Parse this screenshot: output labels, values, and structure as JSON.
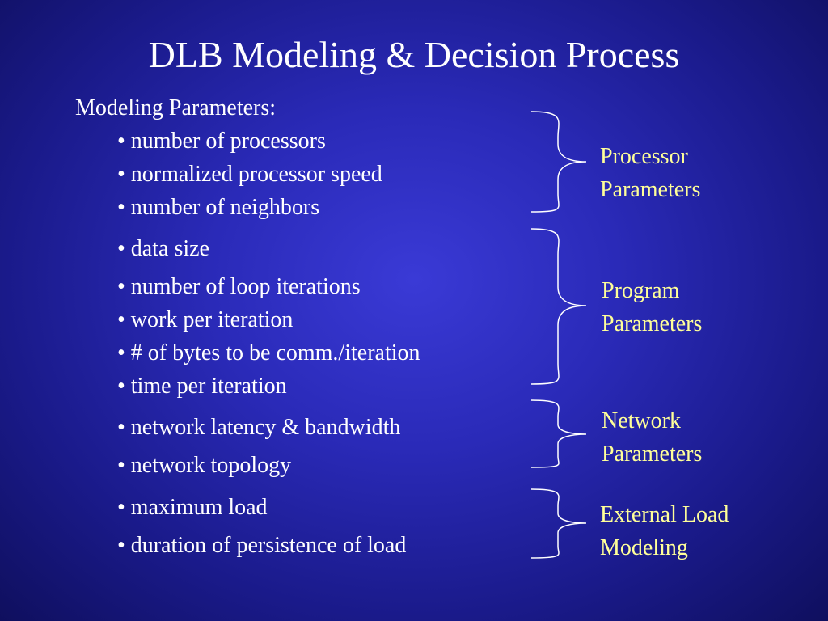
{
  "slide": {
    "title": "DLB Modeling & Decision Process",
    "section_heading": "Modeling Parameters:",
    "items": [
      "• number of processors",
      "• normalized processor speed",
      "• number of neighbors",
      "• data size",
      "• number of loop iterations",
      "• work per iteration",
      "• # of bytes to be comm./iteration",
      "• time per iteration",
      "• network latency & bandwidth",
      "• network topology",
      "• maximum load",
      "• duration of persistence of load"
    ],
    "groups": [
      {
        "line1": "Processor",
        "line2": "Parameters"
      },
      {
        "line1": "Program",
        "line2": "Parameters"
      },
      {
        "line1": "Network",
        "line2": "Parameters"
      },
      {
        "line1": "External Load",
        "line2": "Modeling"
      }
    ],
    "colors": {
      "text": "#ffffff",
      "group_label": "#ffff99",
      "background": "#2a2ab8"
    }
  }
}
